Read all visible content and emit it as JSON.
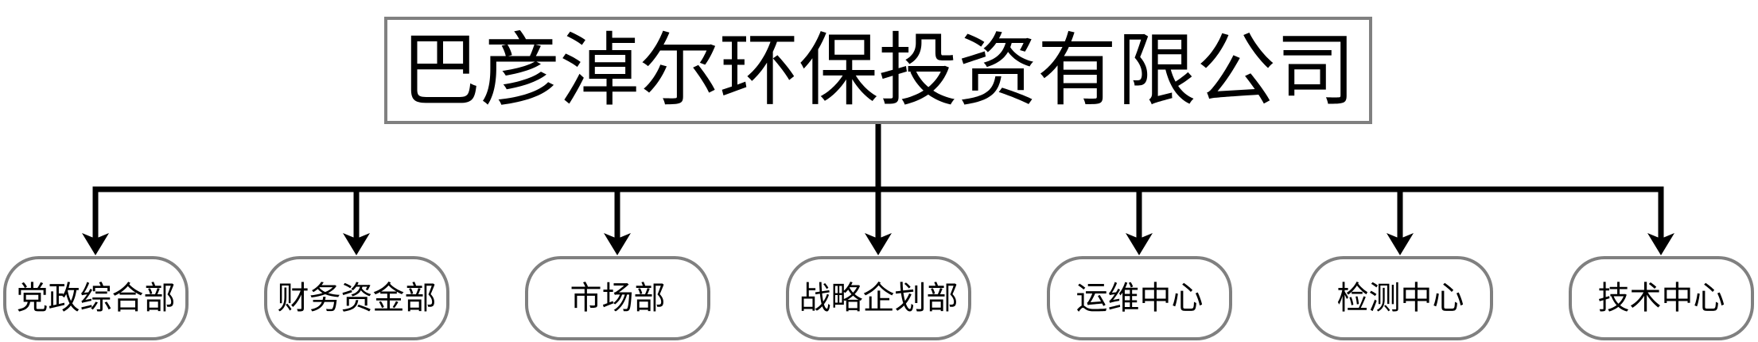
{
  "diagram": {
    "type": "org-chart",
    "title": "巴彦淖尔环保投资有限公司",
    "departments": [
      {
        "label": "党政综合部"
      },
      {
        "label": "财务资金部"
      },
      {
        "label": "市场部"
      },
      {
        "label": "战略企划部"
      },
      {
        "label": "运维中心"
      },
      {
        "label": "检测中心"
      },
      {
        "label": "技术中心"
      }
    ],
    "colors": {
      "line": "#000000",
      "node_border": "#808080",
      "text": "#000000",
      "background": "#ffffff"
    }
  }
}
